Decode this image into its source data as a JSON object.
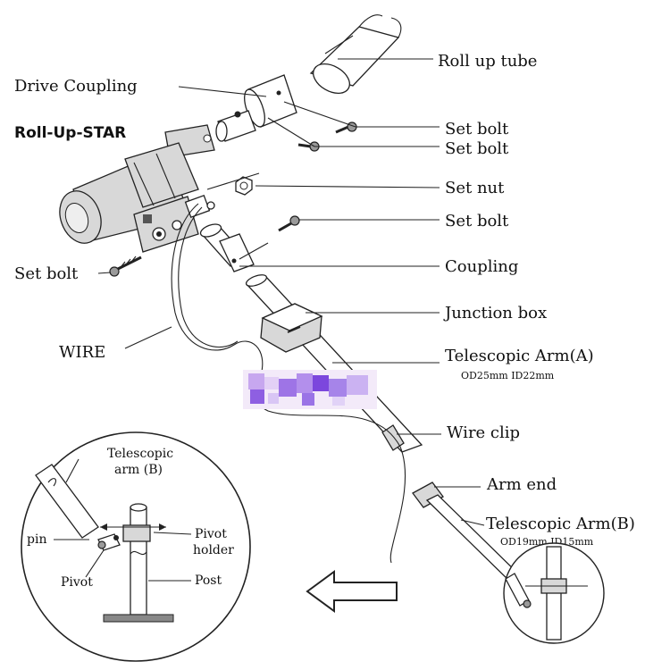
{
  "labels": {
    "roll_up_tube": "Roll up tube",
    "drive_coupling": "Drive Coupling",
    "roll_up_star": "Roll-Up-STAR",
    "set_bolt_1": "Set bolt",
    "set_bolt_2": "Set bolt",
    "set_nut": "Set nut",
    "set_bolt_3": "Set bolt",
    "coupling": "Coupling",
    "set_bolt_left": "Set bolt",
    "junction_box": "Junction box",
    "wire": "WIRE",
    "telescopic_arm_a": "Telescopic Arm(A)",
    "telescopic_arm_a_spec": "OD25mm ID22mm",
    "wire_clip": "Wire clip",
    "arm_end": "Arm end",
    "telescopic_arm_b": "Telescopic Arm(B)",
    "telescopic_arm_b_spec": "OD19mm ID15mm"
  },
  "inset": {
    "arm_b_line1": "Telescopic",
    "arm_b_line2": "arm (B)",
    "pin": "pin",
    "pivot_holder_line1": "Pivot",
    "pivot_holder_line2": "holder",
    "pivot": "Pivot",
    "post": "Post"
  }
}
